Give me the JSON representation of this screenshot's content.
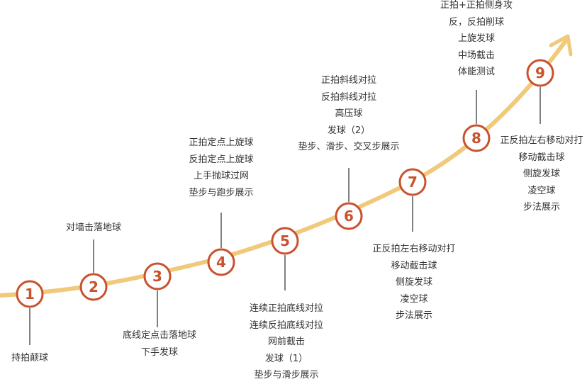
{
  "colors": {
    "curve": "#f0c97a",
    "accent": "#c9522d",
    "connector": "#555555",
    "text": "#333333"
  },
  "stages": [
    {
      "number": "1",
      "items": [
        "持拍颠球"
      ]
    },
    {
      "number": "2",
      "items": [
        "对墙击落地球"
      ]
    },
    {
      "number": "3",
      "items": [
        "底线定点击落地球",
        "下手发球"
      ]
    },
    {
      "number": "4",
      "items": [
        "正拍定点上旋球",
        "反拍定点上旋球",
        "上手抛球过网",
        "垫步与跑步展示"
      ]
    },
    {
      "number": "5",
      "items": [
        "连续正拍底线对拉",
        "连续反拍底线对拉",
        "网前截击",
        "发球（1）",
        "垫步与滑步展示"
      ]
    },
    {
      "number": "6",
      "items": [
        "正拍斜线对拉",
        "反拍斜线对拉",
        "高压球",
        "发球（2）",
        "垫步、滑步、交叉步展示"
      ]
    },
    {
      "number": "7",
      "items": [
        "正反拍左右移动对打",
        "移动截击球",
        "侧旋发球",
        "凌空球",
        "步法展示"
      ]
    },
    {
      "number": "8",
      "items": [
        "正拍+正拍侧身攻",
        "反，反拍削球",
        "上旋发球",
        "中场截击",
        "体能测试"
      ]
    },
    {
      "number": "9",
      "items": [
        "正反拍左右移动对打",
        "移动截击球",
        "侧旋发球",
        "凌空球",
        "步法展示"
      ]
    }
  ]
}
